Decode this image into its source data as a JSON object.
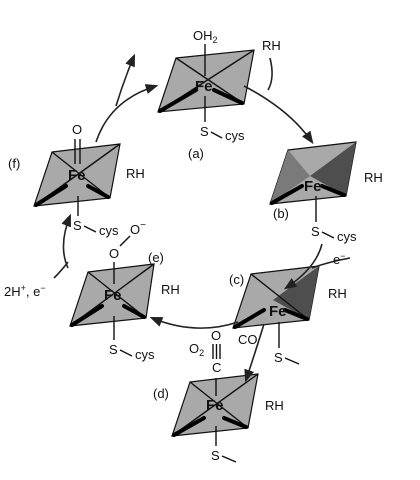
{
  "colors": {
    "plane": "#a9a9a9",
    "plane_dark": "#5a5a5a",
    "line": "#111111",
    "background": "#ffffff"
  },
  "complexes": {
    "a": {
      "label": "(a)",
      "metal": "Fe",
      "axial_top": "OH",
      "axial_top_sub": "2",
      "axial_bottom": "S",
      "cys": "cys"
    },
    "b": {
      "label": "(b)",
      "metal": "Fe",
      "substrate": "RH",
      "axial_bottom": "S",
      "cys": "cys"
    },
    "c": {
      "label": "(c)",
      "metal": "Fe",
      "substrate": "RH"
    },
    "d": {
      "label": "(d)",
      "metal": "Fe",
      "substrate": "RH",
      "ligand_C": "C",
      "ligand_O": "O",
      "axial_bottom": "S"
    },
    "e": {
      "label": "(e)",
      "metal": "Fe",
      "substrate": "RH",
      "ligand_O1": "O",
      "ligand_O2": "O",
      "superscript": "−",
      "axial_bottom": "S",
      "cys": "cys"
    },
    "f": {
      "label": "(f)",
      "metal": "Fe",
      "substrate": "RH",
      "ligand_O": "O",
      "axial_bottom": "S",
      "cys": "cys"
    }
  },
  "reagents": {
    "rh_in": "RH",
    "electron": "e",
    "electron_sup": "−",
    "oxygen": "O",
    "oxygen_sub": "2",
    "carbon_monoxide": "CO",
    "protons": "2H",
    "protons_sup": "+",
    "protons_electron": ", e",
    "protons_electron_sup": "−"
  }
}
